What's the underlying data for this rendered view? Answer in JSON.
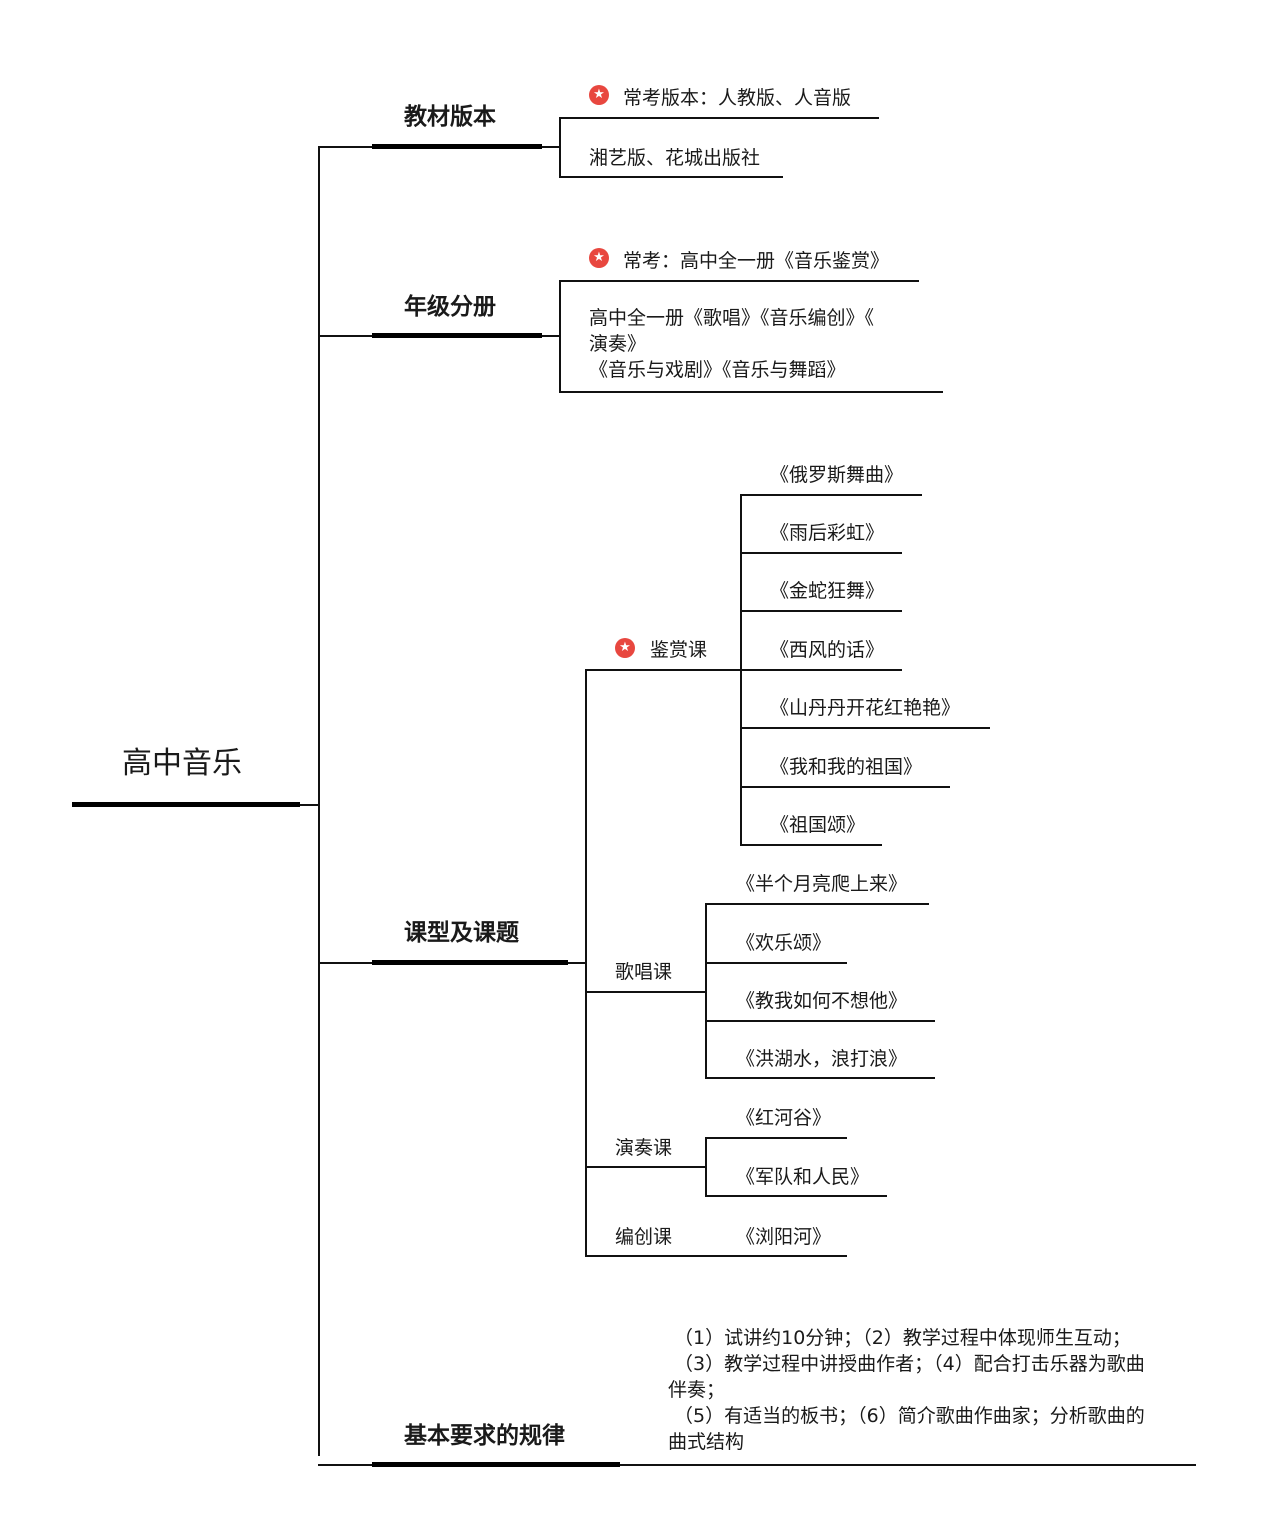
{
  "root": "高中音乐",
  "branches": {
    "textbook": {
      "title": "教材版本",
      "items": [
        "常考版本：人教版、人音版",
        "湘艺版、花城出版社"
      ]
    },
    "grade": {
      "title": "年级分册",
      "items": [
        "常考：高中全一册《音乐鉴赏》",
        "高中全一册《歌唱》《音乐编创》《\n演奏》\n《音乐与戏剧》《音乐与舞蹈》"
      ]
    },
    "lessons": {
      "title": "课型及课题",
      "appreciation": {
        "label": "鉴赏课",
        "items": [
          "《俄罗斯舞曲》",
          "《雨后彩虹》",
          "《金蛇狂舞》",
          "《西风的话》",
          "《山丹丹开花红艳艳》",
          "《我和我的祖国》",
          "《祖国颂》"
        ]
      },
      "singing": {
        "label": "歌唱课",
        "items": [
          "《半个月亮爬上来》",
          "《欢乐颂》",
          "《教我如何不想他》",
          "《洪湖水，浪打浪》"
        ]
      },
      "performance": {
        "label": "演奏课",
        "items": [
          "《红河谷》",
          "《军队和人民》"
        ]
      },
      "composition": {
        "label": "编创课",
        "items": [
          "《浏阳河》"
        ]
      }
    },
    "requirements": {
      "title": "基本要求的规律",
      "text": " （1）试讲约10分钟；（2）教学过程中体现师生互动；\n （3）教学过程中讲授曲作者；（4）配合打击乐器为歌曲\n伴奏；\n （5）有适当的板书；（6）简介歌曲作曲家；分析歌曲的\n曲式结构"
    }
  },
  "colors": {
    "star": "#e8473f",
    "line": "#111111"
  }
}
